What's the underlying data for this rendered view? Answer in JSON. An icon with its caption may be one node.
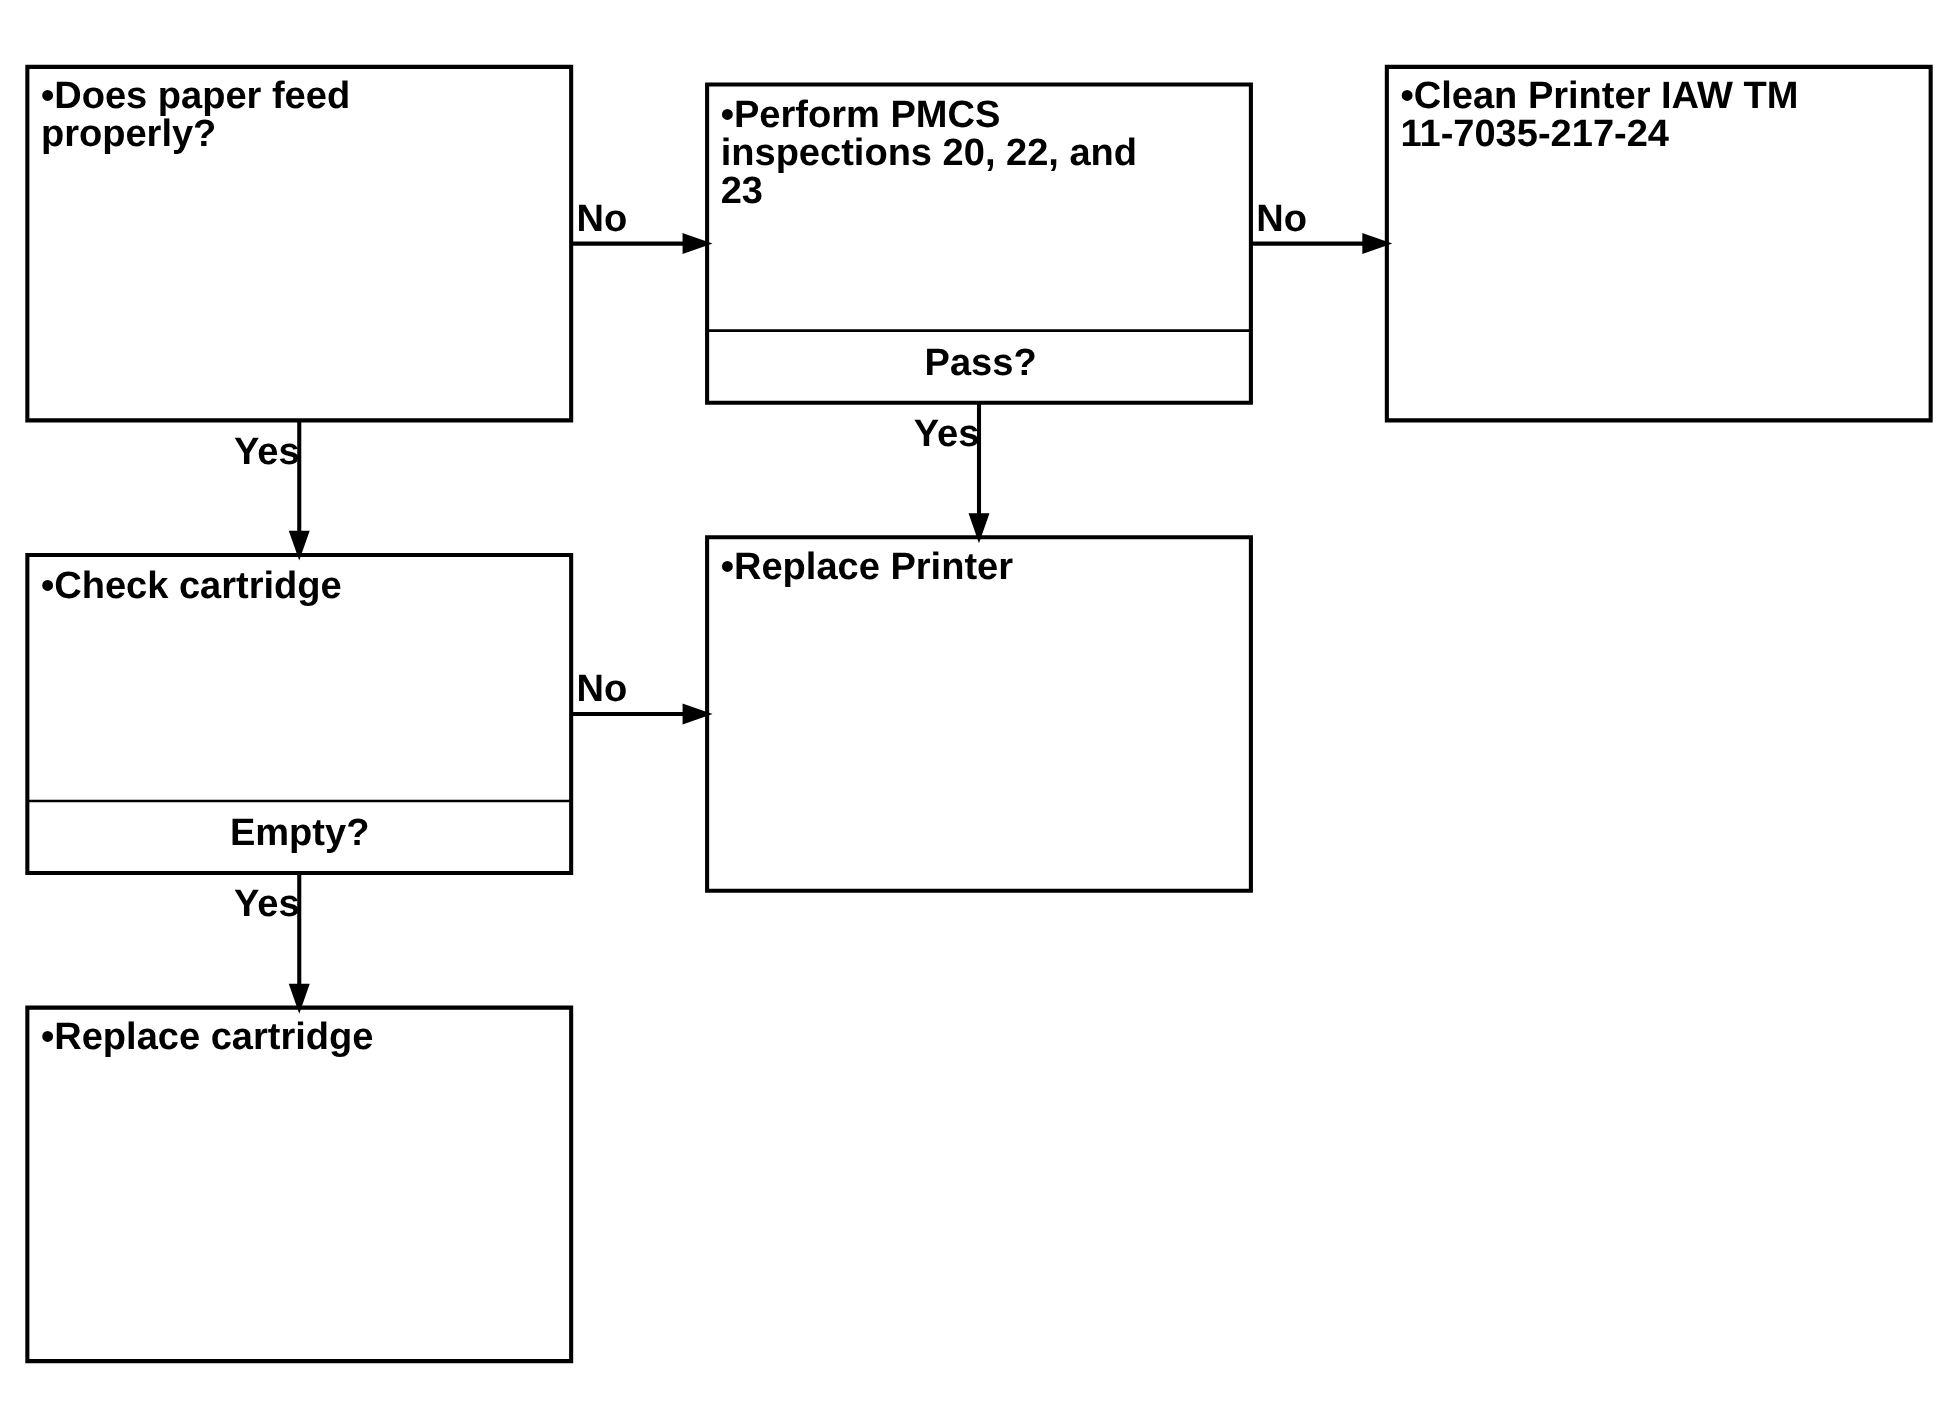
{
  "diagram": {
    "nodes": [
      {
        "text": [
          "•Does paper feed properly?"
        ]
      },
      {
        "text": [
          "•Perform PMCS inspections 20, 22, and 23",
          "Pass?"
        ]
      },
      {
        "text": [
          "•Clean Printer IAW TM 11-7035-217-24"
        ]
      },
      {
        "text": [
          "•Check cartridge",
          "Empty?"
        ]
      },
      {
        "text": [
          "•Replace Printer"
        ]
      },
      {
        "text": [
          "•Replace cartridge"
        ]
      }
    ],
    "edges": [
      {
        "from": 0,
        "to": 1,
        "arrow": "to",
        "label": "No"
      },
      {
        "from": 1,
        "to": 2,
        "arrow": "to",
        "label": "No"
      },
      {
        "from": 0,
        "to": 3,
        "arrow": "to",
        "label": "Yes"
      },
      {
        "from": 1,
        "to": 4,
        "arrow": "to",
        "label": "Yes"
      },
      {
        "from": 3,
        "to": 4,
        "arrow": "to",
        "label": "No"
      },
      {
        "from": 3,
        "to": 5,
        "arrow": "to",
        "label": "Yes"
      }
    ]
  }
}
